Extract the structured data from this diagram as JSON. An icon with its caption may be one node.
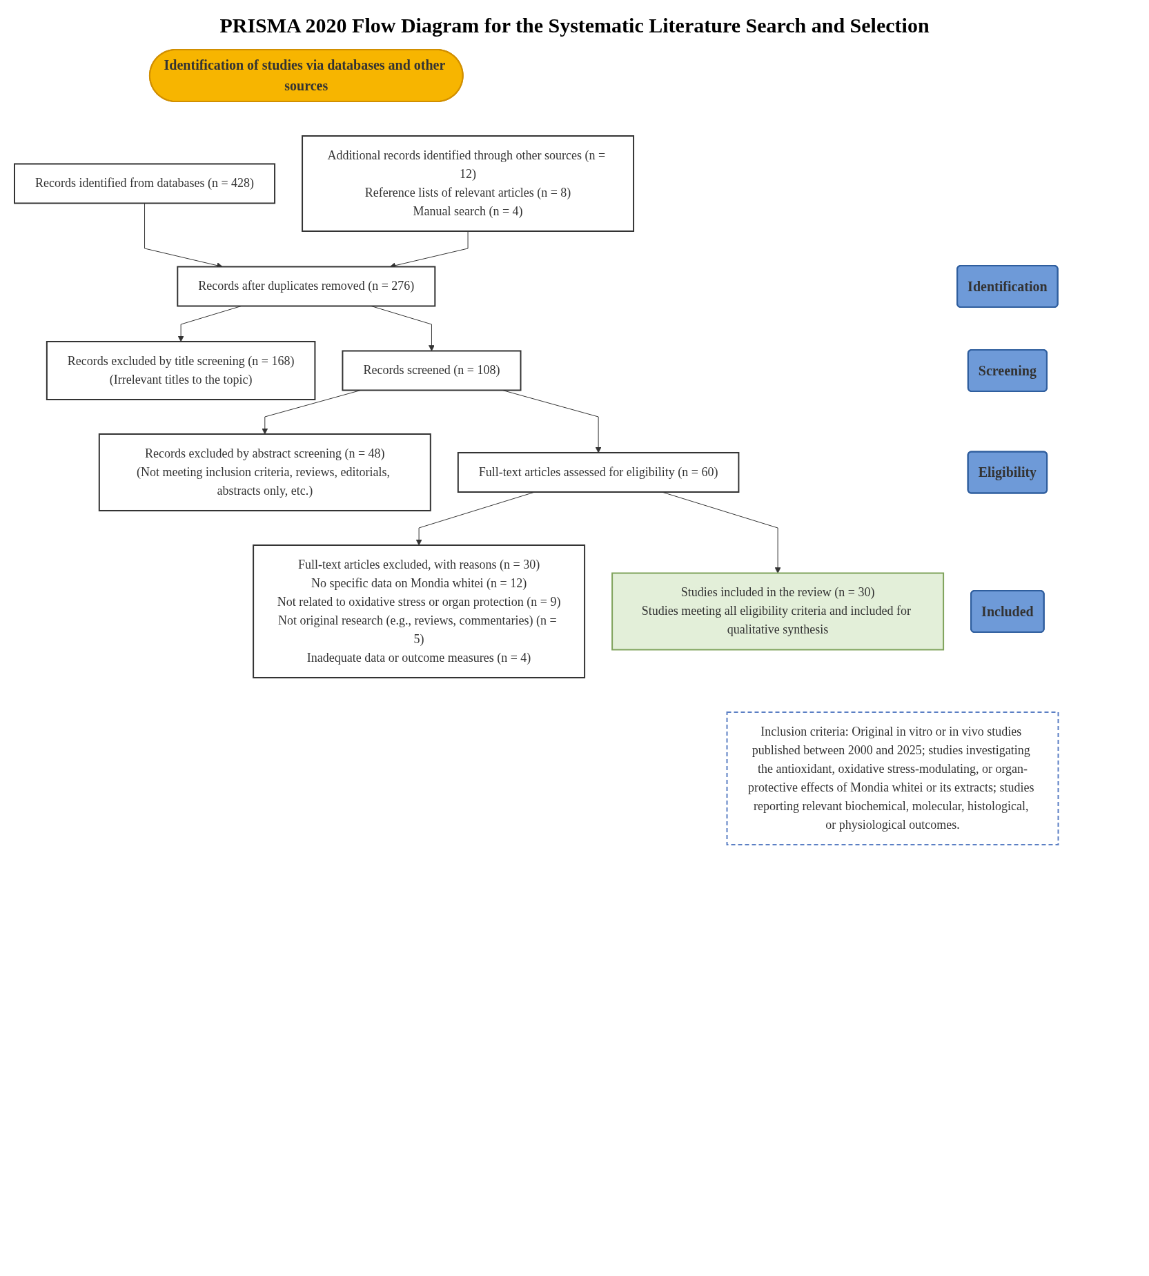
{
  "diagram": {
    "title": "PRISMA 2020 Flow Diagram for the Systematic Literature Search and Selection",
    "nodes": [
      {
        "text": [
          "Identification of studies via databases and other sources"
        ]
      },
      {
        "text": [
          "Records identified from databases (n = 428)"
        ]
      },
      {
        "text": [
          "Additional records identified through other sources (n = 12)",
          "Reference lists of relevant articles (n = 8)",
          "Manual search (n = 4)"
        ]
      },
      {
        "text": [
          "Records after duplicates removed (n = 276)"
        ]
      },
      {
        "text": [
          "Records excluded by title screening (n = 168)",
          "(Irrelevant titles to the topic)"
        ]
      },
      {
        "text": [
          "Records screened (n = 108)"
        ]
      },
      {
        "text": [
          "Records excluded by abstract screening (n = 48)",
          "(Not meeting inclusion criteria, reviews, editorials, abstracts only, etc.)"
        ]
      },
      {
        "text": [
          "Full-text articles assessed for eligibility (n = 60)"
        ]
      },
      {
        "text": [
          "Full-text articles excluded, with reasons (n = 30)",
          "No specific data on Mondia whitei (n = 12)",
          "Not related to oxidative stress or organ protection (n = 9)",
          "Not original research (e.g., reviews, commentaries) (n = 5)",
          "Inadequate data or outcome measures (n = 4)"
        ]
      },
      {
        "text": [
          "Studies included in the review (n = 30)",
          "Studies meeting all eligibility criteria and included for qualitative synthesis"
        ]
      },
      {
        "text": [
          "Identification"
        ]
      },
      {
        "text": [
          "Screening"
        ]
      },
      {
        "text": [
          "Eligibility"
        ]
      },
      {
        "text": [
          "Included"
        ]
      },
      {
        "text": [
          "Inclusion criteria: Original in vitro or in vivo studies published between 2000 and 2025; studies investigating the antioxidant, oxidative stress-modulating, or organ-protective effects of Mondia whitei or its extracts; studies reporting relevant biochemical, molecular, histological, or physiological outcomes."
        ]
      }
    ],
    "edges": [
      {
        "from": 1,
        "to": 3,
        "arrow": "to"
      },
      {
        "from": 2,
        "to": 3,
        "arrow": "to"
      },
      {
        "from": 3,
        "to": 4,
        "arrow": "to"
      },
      {
        "from": 3,
        "to": 5,
        "arrow": "to"
      },
      {
        "from": 5,
        "to": 6,
        "arrow": "to"
      },
      {
        "from": 5,
        "to": 7,
        "arrow": "to"
      },
      {
        "from": 7,
        "to": 8,
        "arrow": "to"
      },
      {
        "from": 7,
        "to": 9,
        "arrow": "to"
      }
    ]
  }
}
